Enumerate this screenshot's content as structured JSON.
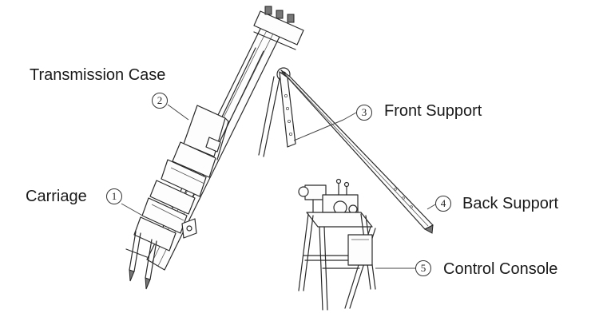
{
  "callouts": [
    {
      "num": "1",
      "text": "Carriage"
    },
    {
      "num": "2",
      "text": "Transmission Case"
    },
    {
      "num": "3",
      "text": "Front Support"
    },
    {
      "num": "4",
      "text": "Back Support"
    },
    {
      "num": "5",
      "text": "Control Console"
    }
  ],
  "colors": {
    "line": "#2a2a2a",
    "text": "#1a1a1a",
    "background": "#ffffff"
  }
}
